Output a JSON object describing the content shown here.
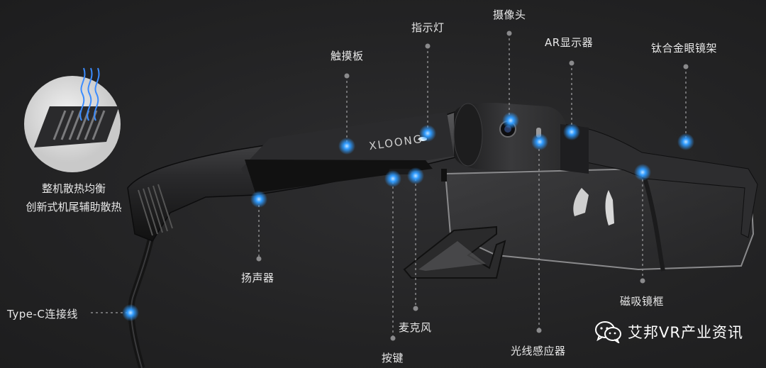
{
  "labels": {
    "touchpad": "触摸板",
    "indicator": "指示灯",
    "camera": "摄像头",
    "ar_display": "AR显示器",
    "titanium_frame": "钛合金眼镜架",
    "speaker": "扬声器",
    "typec": "Type-C连接线",
    "microphone": "麦克风",
    "button": "按键",
    "light_sensor": "光线感应器",
    "magnetic_frame": "磁吸镜框"
  },
  "heat": {
    "line1": "整机散热均衡",
    "line2": "创新式机尾辅助散热"
  },
  "brand": "XLOONG",
  "watermark": "艾邦VR产业资讯",
  "colors": {
    "accent": "#2f9bff",
    "background": "#232324"
  },
  "icons": [
    "wechat-icon",
    "heat-vent-icon"
  ]
}
